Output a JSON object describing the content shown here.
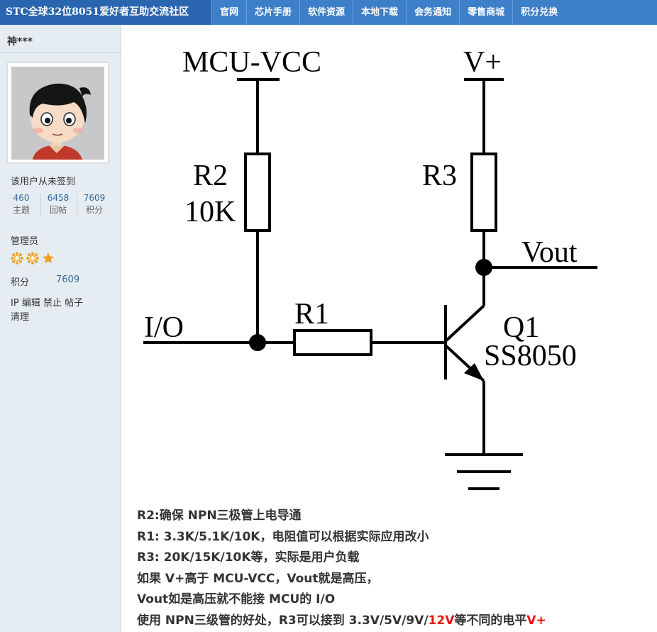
{
  "topnav": {
    "site_title": "STC全球32位8051爱好者互助交流社区",
    "items": [
      "官网",
      "芯片手册",
      "软件资源",
      "本地下载",
      "会务通知",
      "零售商城",
      "积分兑换"
    ]
  },
  "sidebar": {
    "username": "神***",
    "signin_status": "该用户从未签到",
    "stats": [
      {
        "value": "460",
        "label": "主题"
      },
      {
        "value": "6458",
        "label": "回帖"
      },
      {
        "value": "7609",
        "label": "积分"
      }
    ],
    "role": "管理员",
    "star_rating_icons": [
      "sun-icon",
      "sun-icon",
      "star-icon"
    ],
    "points_label": "积分",
    "points_value": "7609",
    "admin_links": [
      "IP",
      "编辑",
      "禁止",
      "帖子",
      "清理"
    ]
  },
  "schematic": {
    "labels": {
      "mcu_vcc": "MCU-VCC",
      "vplus": "V+",
      "r2_name": "R2",
      "r2_value": "10K",
      "r3_name": "R3",
      "vout": "Vout",
      "io": "I/O",
      "r1_name": "R1",
      "q1_name": "Q1",
      "q1_part": "SS8050"
    }
  },
  "notes": {
    "line1": "R2:确保 NPN三极管上电导通",
    "line2": "R1: 3.3K/5.1K/10K，电阻值可以根据实际应用改小",
    "line3": "R3: 20K/15K/10K等，实际是用户负载",
    "line4": "如果 V+高于 MCU-VCC，Vout就是高压，",
    "line5": "Vout如是高压就不能接 MCU的 I/O",
    "line6_a": "使用 NPN三级管的好处，R3可以接到 3.3V/5V/9V/",
    "line6_b": "12V",
    "line6_c": "等不同的电平",
    "line6_d": "V+"
  },
  "colors": {
    "nav_bg": "#3d7fc9",
    "nav_title_bg": "#2a66b0",
    "sidebar_bg": "#e5edf2",
    "link_blue": "#336699",
    "highlight_red": "#e8120c",
    "star_gold": "#f0a020"
  }
}
